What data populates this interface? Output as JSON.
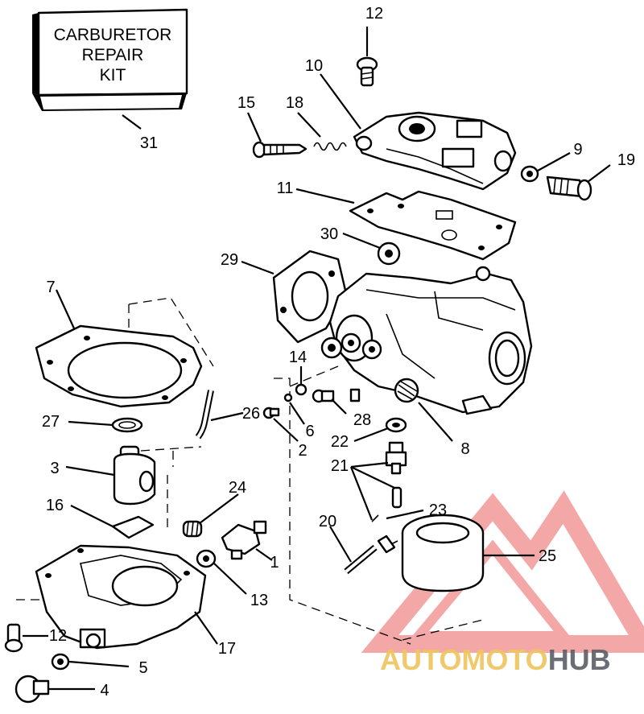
{
  "kit_label": [
    "CARBURETOR",
    "REPAIR",
    "KIT"
  ],
  "callouts": [
    "12",
    "10",
    "15",
    "18",
    "9",
    "19",
    "11",
    "30",
    "29",
    "7",
    "14",
    "26",
    "6",
    "28",
    "27",
    "2",
    "22",
    "8",
    "3",
    "21",
    "24",
    "16",
    "23",
    "20",
    "1",
    "25",
    "13",
    "12",
    "17",
    "5",
    "4",
    "31"
  ],
  "watermark": {
    "part1": "AUTO",
    "part2": "MOTO",
    "part3": "HUB",
    "triangle_color": "#f08a8a",
    "auto_color": "#f0c45e",
    "hub_color": "#5c5f66"
  }
}
